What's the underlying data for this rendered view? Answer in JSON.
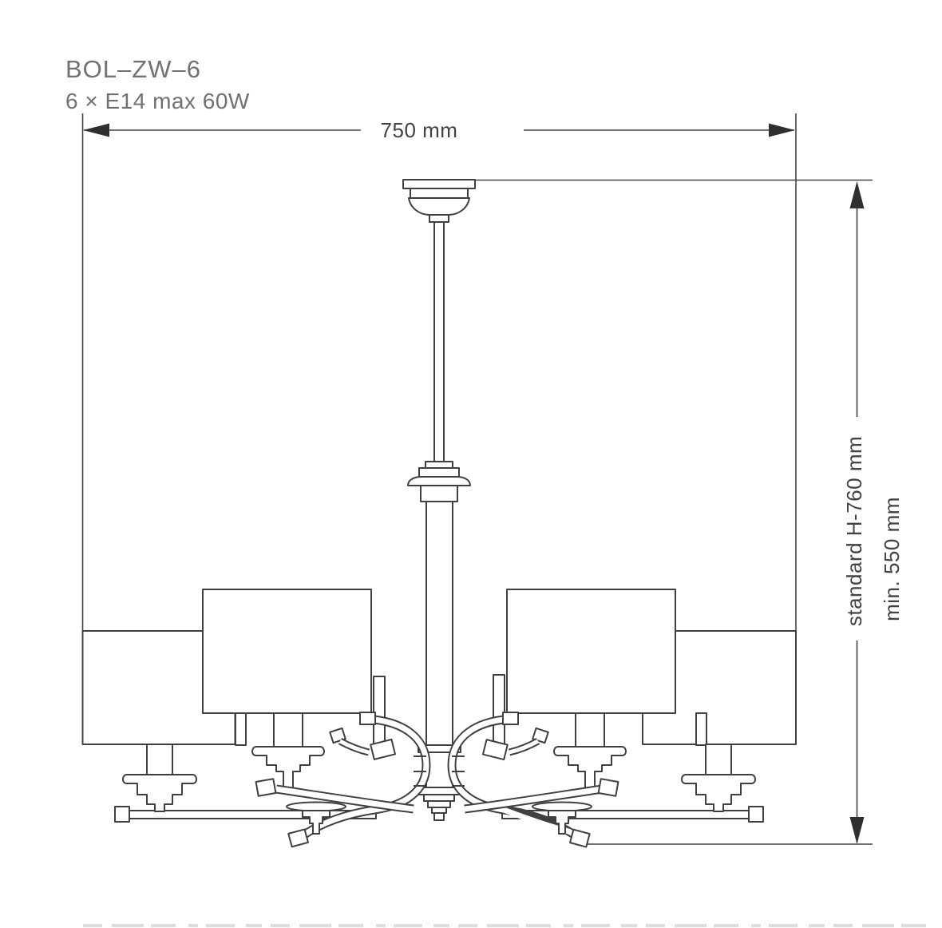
{
  "product": {
    "model": "BOL–ZW–6",
    "lamping": "6 × E14 max 60W"
  },
  "dimensions": {
    "width": "750 mm",
    "height_standard": "standard H-760 mm",
    "height_min": "min. 550 mm"
  },
  "drawing": {
    "type": "chandelier technical drawing, 6 arms with rectangular shades",
    "colors": {
      "line": "#3f4043",
      "label_gray": "#707174",
      "dimension_text": "#414245",
      "background": "#ffffff"
    }
  }
}
